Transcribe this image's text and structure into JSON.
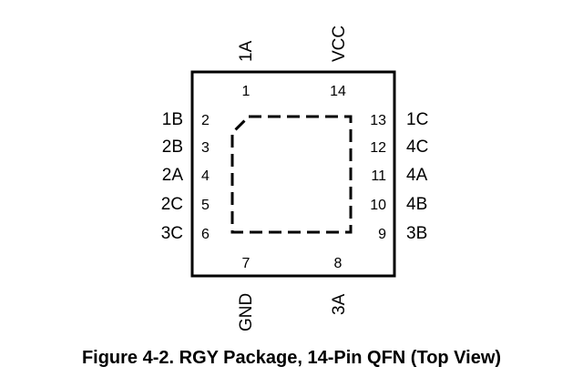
{
  "diagram": {
    "left_pins": [
      {
        "num": "2",
        "signal": "1B"
      },
      {
        "num": "3",
        "signal": "2B"
      },
      {
        "num": "4",
        "signal": "2A"
      },
      {
        "num": "5",
        "signal": "2C"
      },
      {
        "num": "6",
        "signal": "3C"
      }
    ],
    "right_pins": [
      {
        "num": "13",
        "signal": "1C"
      },
      {
        "num": "12",
        "signal": "4C"
      },
      {
        "num": "11",
        "signal": "4A"
      },
      {
        "num": "10",
        "signal": "4B"
      },
      {
        "num": "9",
        "signal": "3B"
      }
    ],
    "top_pins": [
      {
        "num": "1",
        "signal": "1A"
      },
      {
        "num": "14",
        "signal": "VCC"
      }
    ],
    "bottom_pins": [
      {
        "num": "7",
        "signal": "GND"
      },
      {
        "num": "8",
        "signal": "3A"
      }
    ]
  },
  "caption": "Figure 4-2. RGY Package, 14-Pin QFN (Top View)"
}
